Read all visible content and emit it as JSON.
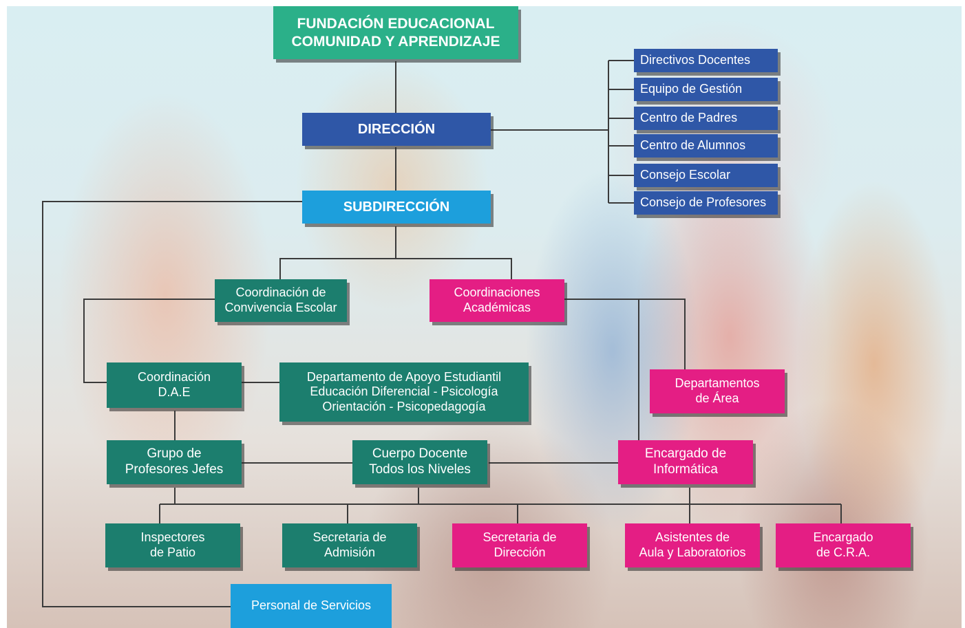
{
  "foundation": {
    "line1": "FUNDACIÓN EDUCACIONAL",
    "line2": "COMUNIDAD Y APRENDIZAJE"
  },
  "direccion": "DIRECCIÓN",
  "subdireccion": "SUBDIRECCIÓN",
  "direction_councils": [
    "Directivos Docentes",
    "Equipo de Gestión",
    "Centro de Padres",
    "Centro de Alumnos",
    "Consejo Escolar",
    "Consejo de Profesores"
  ],
  "convivencia": {
    "line1": "Coordinación de",
    "line2": "Convivencia Escolar"
  },
  "academicas": {
    "line1": "Coordinaciones",
    "line2": "Académicas"
  },
  "dae": {
    "line1": "Coordinación",
    "line2": "D.A.E"
  },
  "apoyo": {
    "line1": "Departamento de Apoyo Estudiantil",
    "line2": "Educación Diferencial - Psicología",
    "line3": "Orientación - Psicopedagogía"
  },
  "departamentos": {
    "line1": "Departamentos",
    "line2": "de Área"
  },
  "jefes": {
    "line1": "Grupo de",
    "line2": "Profesores Jefes"
  },
  "docente": {
    "line1": "Cuerpo Docente",
    "line2": "Todos los Niveles"
  },
  "informatica": {
    "line1": "Encargado de",
    "line2": "Informática"
  },
  "inspectores": {
    "line1": "Inspectores",
    "line2": "de Patio"
  },
  "admision": {
    "line1": "Secretaria de",
    "line2": "Admisión"
  },
  "sec_direccion": {
    "line1": "Secretaria de",
    "line2": "Dirección"
  },
  "asistentes": {
    "line1": "Asistentes de",
    "line2": "Aula y Laboratorios"
  },
  "cra": {
    "line1": "Encargado",
    "line2": "de C.R.A."
  },
  "servicios": "Personal de Servicios",
  "colors": {
    "teal": "#1c7e6e",
    "magenta": "#e41e84",
    "navy": "#2f57a7",
    "sky": "#1d9fdc",
    "seafoam": "#2bb089",
    "connector": "#3a3a3a"
  }
}
